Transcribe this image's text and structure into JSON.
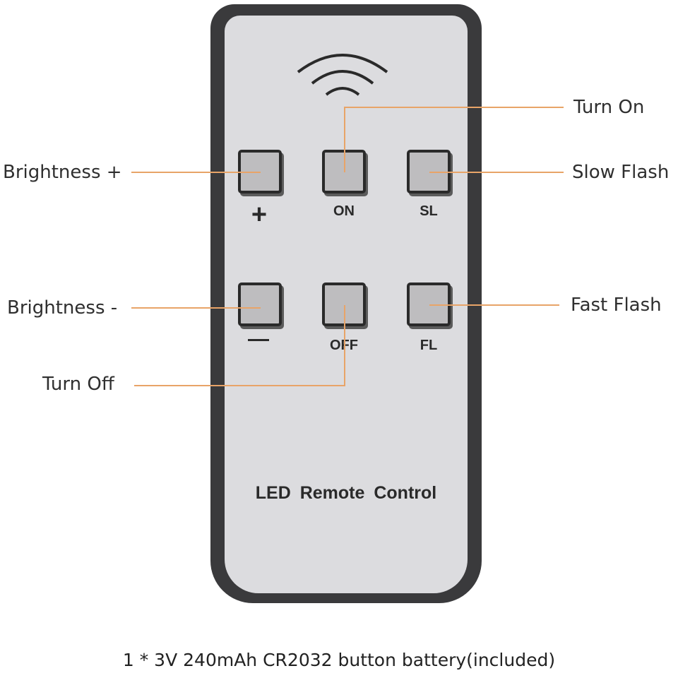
{
  "colors": {
    "shell": "#3a3a3c",
    "face": "#dcdcdf",
    "key": "#bebdbf",
    "leader_line": "#e8a468",
    "text": "#2f2f2f"
  },
  "remote": {
    "signal_icon": "wireless-signal-icon",
    "keys": {
      "plus": {
        "symbol": "+"
      },
      "on": {
        "label": "ON"
      },
      "sl": {
        "label": "SL"
      },
      "minus": {
        "symbol": "—"
      },
      "off": {
        "label": "OFF"
      },
      "fl": {
        "label": "FL"
      }
    },
    "brand_text": "LED Remote Control"
  },
  "callouts": {
    "turn_on": "Turn On",
    "brightness_plus": "Brightness +",
    "slow_flash": "Slow Flash",
    "brightness_minus": "Brightness -",
    "fast_flash": "Fast Flash",
    "turn_off": "Turn Off"
  },
  "caption": "1 * 3V 240mAh CR2032 button battery(included)"
}
